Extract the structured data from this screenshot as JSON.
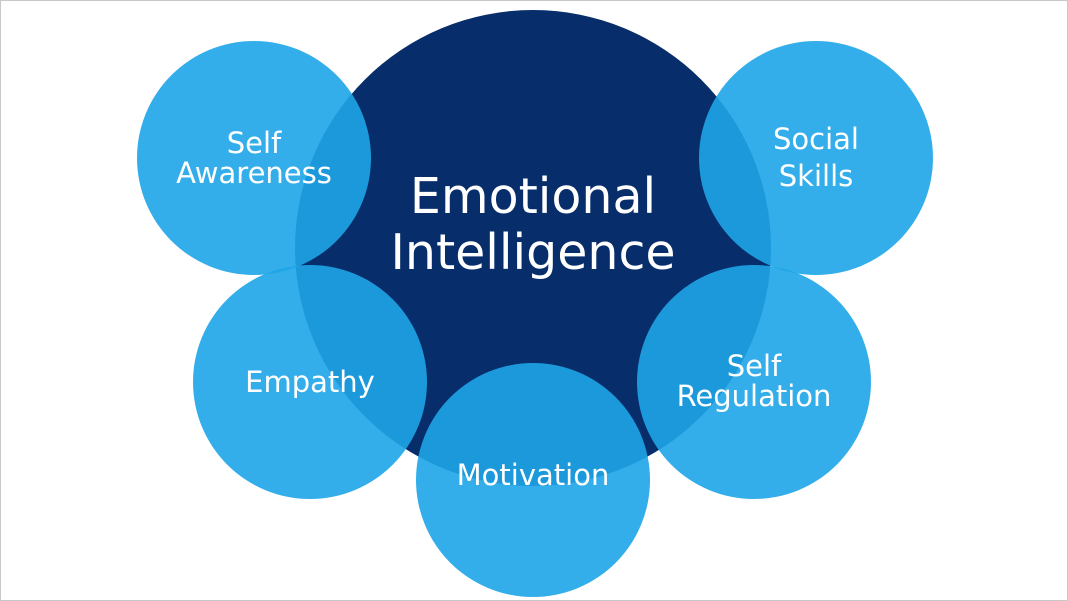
{
  "colors": {
    "center_fill": "#072d6a",
    "satellite_fill": "#1ea5e8",
    "text": "#ffffff"
  },
  "center": {
    "line1": "Emotional",
    "line2": "Intelligence"
  },
  "satellites": {
    "self_awareness": {
      "line1": "Self",
      "line2": "Awareness"
    },
    "social_skills": {
      "line1": "Social",
      "line2": "Skills"
    },
    "empathy": {
      "line1": "Empathy"
    },
    "self_regulation": {
      "line1": "Self",
      "line2": "Regulation"
    },
    "motivation": {
      "line1": "Motivation"
    }
  }
}
